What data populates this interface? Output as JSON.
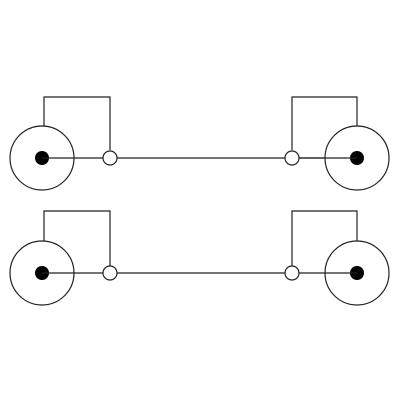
{
  "diagram": {
    "type": "rca-cable-wiring",
    "cables": [
      {
        "name": "cable-1"
      },
      {
        "name": "cable-2"
      }
    ]
  },
  "colors": {
    "line": "#222222",
    "pin": "#000000",
    "background": "#ffffff"
  }
}
